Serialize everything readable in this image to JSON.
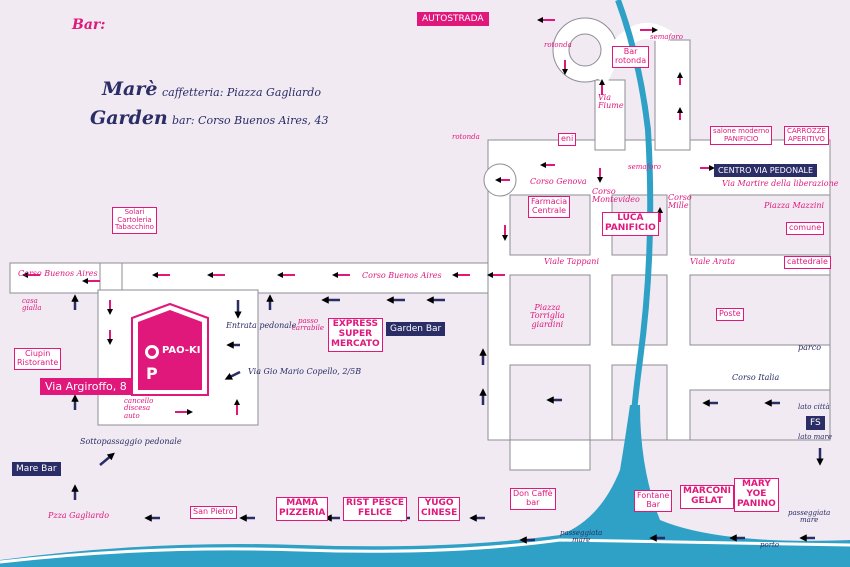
{
  "header": {
    "bar_title": "Bar:",
    "mare_name": "Marè",
    "mare_detail": "caffetteria:  Piazza Gagliardo",
    "garden_name": "Garden",
    "garden_detail": "bar:   Corso Buenos Aires, 43"
  },
  "navy_boxes": {
    "garden_bar": "Garden Bar",
    "mare_bar": "Mare Bar",
    "centro": "CENTRO VIA PEDONALE",
    "fs": "FS"
  },
  "pink_boxes": {
    "autostrada": "AUTOSTRADA",
    "via_argiroffo": "Via Argiroffo, 8"
  },
  "poi_boxes": {
    "bar_rotonda": "Bar\nrotonda",
    "eni": "eni",
    "solari": "Solari\nCartoleria\nTabacchino",
    "farmacia": "Farmacia\nCentrale",
    "luca": "LUCA\nPANIFICIO",
    "salone": "salone moderno\nPANIFICIO",
    "carrozze": "CARROZZE\nAPERITIVO",
    "comune": "comune",
    "cattedrale": "cattedrale",
    "poste": "Poste",
    "express": "EXPRESS\nSUPER\nMERCATO",
    "ciupin": "Ciupin\nRistorante",
    "san_pietro": "San Pietro",
    "mama": "MAMA\nPIZZERIA",
    "rist_pesce": "RIST PESCE\nFELICE",
    "yugo": "YUGO\nCINESE",
    "don_caffe": "Don Caffè\nbar",
    "fontane": "Fontane\nBar",
    "marconi": "MARCONI\nGELAT",
    "mary": "MARY\nYOE\nPANINO"
  },
  "labels": {
    "rotonda_top": "rotonda",
    "semaforo_top": "semaforo",
    "via_fiume": "Via\nFiume",
    "rotonda": "rotonda",
    "semaforo": "semaforo",
    "corso_genova": "Corso Genova",
    "corso_montevideo": "Corso\nMontevideo",
    "corso_mille": "Corso\nMille",
    "via_martiri": "Via Martire della liberazione",
    "piazza_mazzini": "Piazza Mazzini",
    "corso_ba_left": "Corso Buenos Aires",
    "corso_ba_mid": "Corso Buenos Aires",
    "viale_tappani": "Viale Tappani",
    "viale_arata": "Viale Arata",
    "casa_gialla": "casa\ngialla",
    "entrata": "Entrata pedonale",
    "passo": "passo\ncarrabile",
    "piazza_torriglia": "Piazza\nTorriglia\ngiardini",
    "via_gio": "Via Gio Mario Copello, 2/5B",
    "cancello": "cancello\ndiscesa\nauto",
    "parco": "parco",
    "corso_italia": "Corso Italia",
    "lato_citta": "lato città",
    "lato_mare": "lato mare",
    "sottopassaggio": "Sottopassaggio pedonale",
    "pzza_gagliardo": "Pzza Gagliardo",
    "passeggiata_mare": "passeggiata\nmare",
    "passeggiata_mare2": "passeggiata\nmare",
    "porto": "porto",
    "pao_ki": "PAO-KI",
    "parking": "P"
  }
}
